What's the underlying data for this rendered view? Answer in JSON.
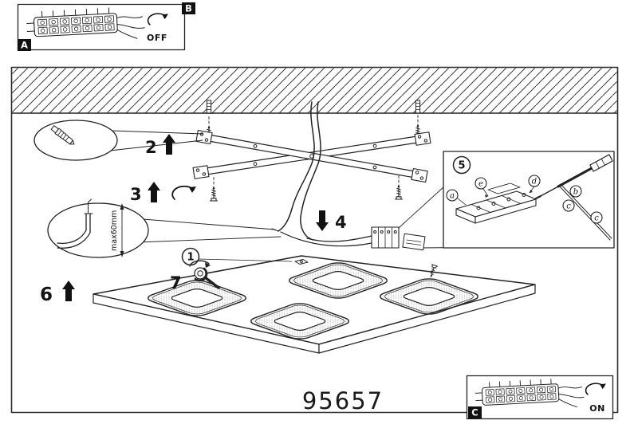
{
  "corner_labels": {
    "a": "A",
    "b": "B",
    "c": "C"
  },
  "switch_states": {
    "off": "OFF",
    "on": "ON"
  },
  "steps": {
    "s1": "1",
    "s2": "2",
    "s3": "3",
    "s4": "4",
    "s5": "5",
    "s6": "6",
    "s7": "7"
  },
  "detail_callouts": {
    "a": "a",
    "b": "b",
    "c": "c",
    "c2": "c",
    "d": "d",
    "e": "e"
  },
  "dimensions": {
    "wire_strip_max": "max60mm"
  },
  "product": {
    "model_number": "95657"
  },
  "colors": {
    "ink": "#222222",
    "label_bg": "#111111"
  }
}
